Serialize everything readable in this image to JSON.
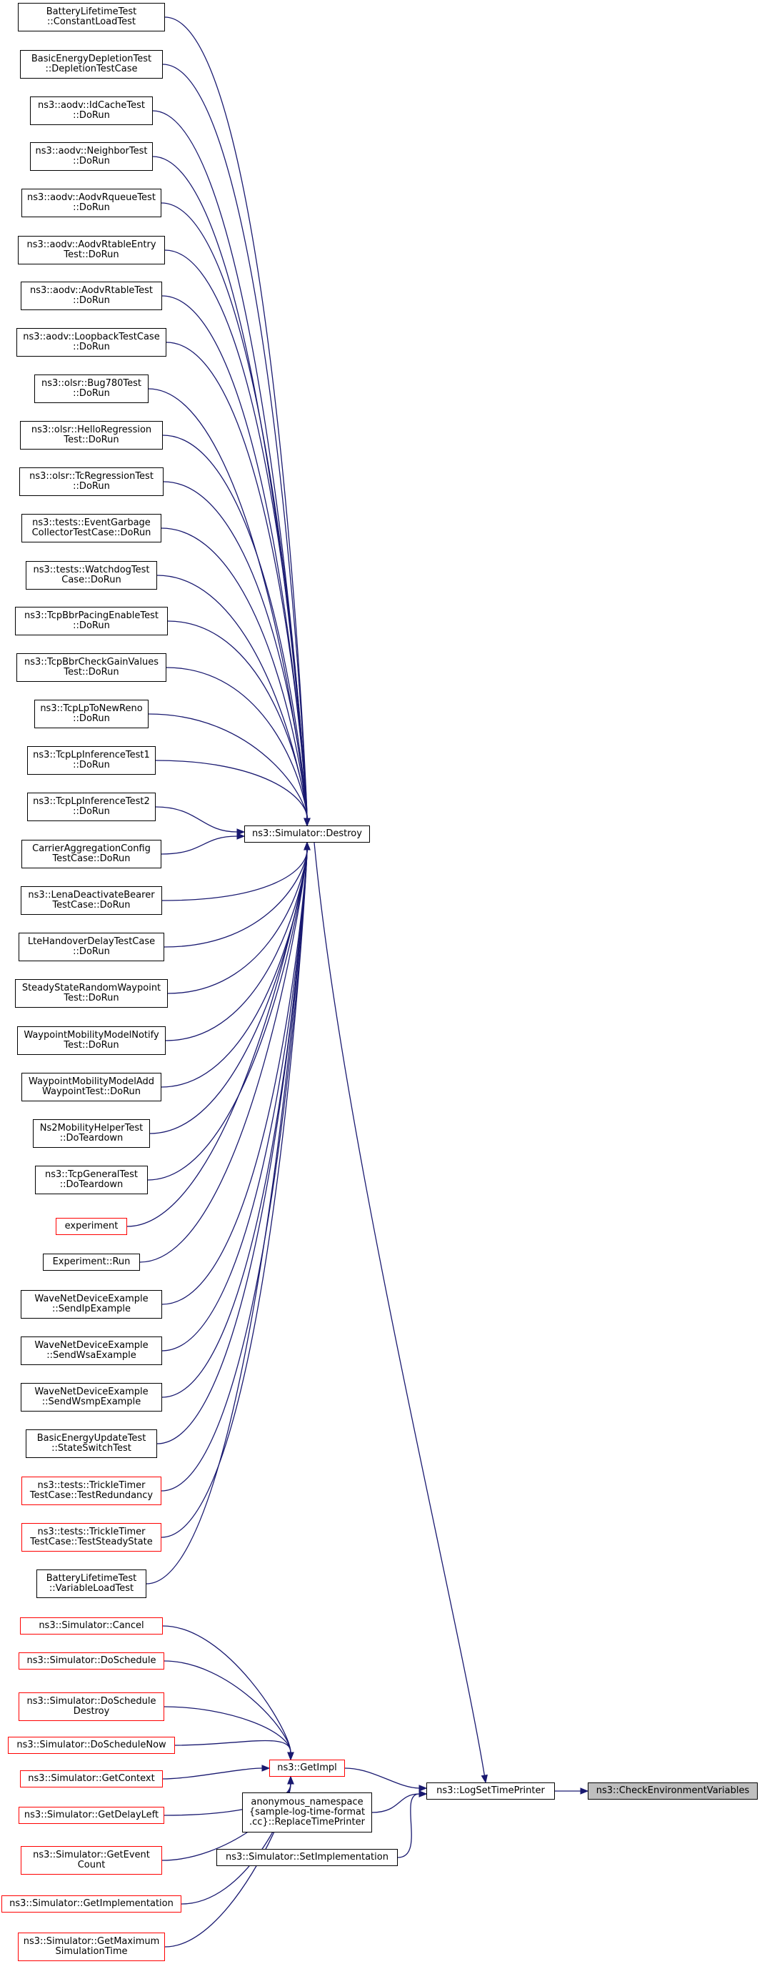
{
  "colors": {
    "edge": "#191970",
    "border_default": "#000000",
    "border_truncated": "#ff0000",
    "focus_fill": "#bfbfbf"
  },
  "nodes": [
    {
      "id": "n0",
      "lines": [
        "BatteryLifetimeTest",
        "::ConstantLoadTest"
      ],
      "style": "normal"
    },
    {
      "id": "n1",
      "lines": [
        "BasicEnergyDepletionTest",
        "::DepletionTestCase"
      ],
      "style": "normal"
    },
    {
      "id": "n2",
      "lines": [
        "ns3::aodv::IdCacheTest",
        "::DoRun"
      ],
      "style": "normal"
    },
    {
      "id": "n3",
      "lines": [
        "ns3::aodv::NeighborTest",
        "::DoRun"
      ],
      "style": "normal"
    },
    {
      "id": "n4",
      "lines": [
        "ns3::aodv::AodvRqueueTest",
        "::DoRun"
      ],
      "style": "normal"
    },
    {
      "id": "n5",
      "lines": [
        "ns3::aodv::AodvRtableEntry",
        "Test::DoRun"
      ],
      "style": "normal"
    },
    {
      "id": "n6",
      "lines": [
        "ns3::aodv::AodvRtableTest",
        "::DoRun"
      ],
      "style": "normal"
    },
    {
      "id": "n7",
      "lines": [
        "ns3::aodv::LoopbackTestCase",
        "::DoRun"
      ],
      "style": "normal"
    },
    {
      "id": "n8",
      "lines": [
        "ns3::olsr::Bug780Test",
        "::DoRun"
      ],
      "style": "normal"
    },
    {
      "id": "n9",
      "lines": [
        "ns3::olsr::HelloRegression",
        "Test::DoRun"
      ],
      "style": "normal"
    },
    {
      "id": "n10",
      "lines": [
        "ns3::olsr::TcRegressionTest",
        "::DoRun"
      ],
      "style": "normal"
    },
    {
      "id": "n11",
      "lines": [
        "ns3::tests::EventGarbage",
        "CollectorTestCase::DoRun"
      ],
      "style": "normal"
    },
    {
      "id": "n12",
      "lines": [
        "ns3::tests::WatchdogTest",
        "Case::DoRun"
      ],
      "style": "normal"
    },
    {
      "id": "n13",
      "lines": [
        "ns3::TcpBbrPacingEnableTest",
        "::DoRun"
      ],
      "style": "normal"
    },
    {
      "id": "n14",
      "lines": [
        "ns3::TcpBbrCheckGainValues",
        "Test::DoRun"
      ],
      "style": "normal"
    },
    {
      "id": "n15",
      "lines": [
        "ns3::TcpLpToNewReno",
        "::DoRun"
      ],
      "style": "normal"
    },
    {
      "id": "n16",
      "lines": [
        "ns3::TcpLpInferenceTest1",
        "::DoRun"
      ],
      "style": "normal"
    },
    {
      "id": "n17",
      "lines": [
        "ns3::TcpLpInferenceTest2",
        "::DoRun"
      ],
      "style": "normal"
    },
    {
      "id": "n18",
      "lines": [
        "CarrierAggregationConfig",
        "TestCase::DoRun"
      ],
      "style": "normal"
    },
    {
      "id": "n19",
      "lines": [
        "ns3::LenaDeactivateBearer",
        "TestCase::DoRun"
      ],
      "style": "normal"
    },
    {
      "id": "n20",
      "lines": [
        "LteHandoverDelayTestCase",
        "::DoRun"
      ],
      "style": "normal"
    },
    {
      "id": "n21",
      "lines": [
        "SteadyStateRandomWaypoint",
        "Test::DoRun"
      ],
      "style": "normal"
    },
    {
      "id": "n22",
      "lines": [
        "WaypointMobilityModelNotify",
        "Test::DoRun"
      ],
      "style": "normal"
    },
    {
      "id": "n23",
      "lines": [
        "WaypointMobilityModelAdd",
        "WaypointTest::DoRun"
      ],
      "style": "normal"
    },
    {
      "id": "n24",
      "lines": [
        "Ns2MobilityHelperTest",
        "::DoTeardown"
      ],
      "style": "normal"
    },
    {
      "id": "n25",
      "lines": [
        "ns3::TcpGeneralTest",
        "::DoTeardown"
      ],
      "style": "normal"
    },
    {
      "id": "n26",
      "lines": [
        "experiment"
      ],
      "style": "red"
    },
    {
      "id": "n27",
      "lines": [
        "Experiment::Run"
      ],
      "style": "normal"
    },
    {
      "id": "n28",
      "lines": [
        "WaveNetDeviceExample",
        "::SendIpExample"
      ],
      "style": "normal"
    },
    {
      "id": "n29",
      "lines": [
        "WaveNetDeviceExample",
        "::SendWsaExample"
      ],
      "style": "normal"
    },
    {
      "id": "n30",
      "lines": [
        "WaveNetDeviceExample",
        "::SendWsmpExample"
      ],
      "style": "normal"
    },
    {
      "id": "n31",
      "lines": [
        "BasicEnergyUpdateTest",
        "::StateSwitchTest"
      ],
      "style": "normal"
    },
    {
      "id": "n32",
      "lines": [
        "ns3::tests::TrickleTimer",
        "TestCase::TestRedundancy"
      ],
      "style": "red"
    },
    {
      "id": "n33",
      "lines": [
        "ns3::tests::TrickleTimer",
        "TestCase::TestSteadyState"
      ],
      "style": "red"
    },
    {
      "id": "n34",
      "lines": [
        "BatteryLifetimeTest",
        "::VariableLoadTest"
      ],
      "style": "normal"
    },
    {
      "id": "destroy",
      "lines": [
        "ns3::Simulator::Destroy"
      ],
      "style": "normal"
    },
    {
      "id": "c0",
      "lines": [
        "ns3::Simulator::Cancel"
      ],
      "style": "red"
    },
    {
      "id": "c1",
      "lines": [
        "ns3::Simulator::DoSchedule"
      ],
      "style": "red"
    },
    {
      "id": "c2",
      "lines": [
        "ns3::Simulator::DoSchedule",
        "Destroy"
      ],
      "style": "red"
    },
    {
      "id": "c3",
      "lines": [
        "ns3::Simulator::DoScheduleNow"
      ],
      "style": "red"
    },
    {
      "id": "c4",
      "lines": [
        "ns3::Simulator::GetContext"
      ],
      "style": "red"
    },
    {
      "id": "c5",
      "lines": [
        "ns3::Simulator::GetDelayLeft"
      ],
      "style": "red"
    },
    {
      "id": "c6",
      "lines": [
        "ns3::Simulator::GetEvent",
        "Count"
      ],
      "style": "red"
    },
    {
      "id": "c7",
      "lines": [
        "ns3::Simulator::GetImplementation"
      ],
      "style": "red"
    },
    {
      "id": "c8",
      "lines": [
        "ns3::Simulator::GetMaximum",
        "SimulationTime"
      ],
      "style": "red"
    },
    {
      "id": "getimpl",
      "lines": [
        "ns3::GetImpl"
      ],
      "style": "red"
    },
    {
      "id": "replace",
      "lines": [
        "anonymous_namespace",
        "{sample-log-time-format",
        ".cc}::ReplaceTimePrinter"
      ],
      "style": "normal"
    },
    {
      "id": "setimpl",
      "lines": [
        "ns3::Simulator::SetImplementation"
      ],
      "style": "normal"
    },
    {
      "id": "logset",
      "lines": [
        "ns3::LogSetTimePrinter"
      ],
      "style": "normal"
    },
    {
      "id": "check",
      "lines": [
        "ns3::CheckEnvironmentVariables"
      ],
      "style": "focus"
    }
  ],
  "edges": [
    [
      "n0",
      "destroy"
    ],
    [
      "n1",
      "destroy"
    ],
    [
      "n2",
      "destroy"
    ],
    [
      "n3",
      "destroy"
    ],
    [
      "n4",
      "destroy"
    ],
    [
      "n5",
      "destroy"
    ],
    [
      "n6",
      "destroy"
    ],
    [
      "n7",
      "destroy"
    ],
    [
      "n8",
      "destroy"
    ],
    [
      "n9",
      "destroy"
    ],
    [
      "n10",
      "destroy"
    ],
    [
      "n11",
      "destroy"
    ],
    [
      "n12",
      "destroy"
    ],
    [
      "n13",
      "destroy"
    ],
    [
      "n14",
      "destroy"
    ],
    [
      "n15",
      "destroy"
    ],
    [
      "n16",
      "destroy"
    ],
    [
      "n17",
      "destroy"
    ],
    [
      "n18",
      "destroy"
    ],
    [
      "n19",
      "destroy"
    ],
    [
      "n20",
      "destroy"
    ],
    [
      "n21",
      "destroy"
    ],
    [
      "n22",
      "destroy"
    ],
    [
      "n23",
      "destroy"
    ],
    [
      "n24",
      "destroy"
    ],
    [
      "n25",
      "destroy"
    ],
    [
      "n26",
      "destroy"
    ],
    [
      "n27",
      "destroy"
    ],
    [
      "n28",
      "destroy"
    ],
    [
      "n29",
      "destroy"
    ],
    [
      "n30",
      "destroy"
    ],
    [
      "n31",
      "destroy"
    ],
    [
      "n32",
      "destroy"
    ],
    [
      "n33",
      "destroy"
    ],
    [
      "n34",
      "destroy"
    ],
    [
      "destroy",
      "logset"
    ],
    [
      "c0",
      "getimpl"
    ],
    [
      "c1",
      "getimpl"
    ],
    [
      "c2",
      "getimpl"
    ],
    [
      "c3",
      "getimpl"
    ],
    [
      "c4",
      "getimpl"
    ],
    [
      "c5",
      "getimpl"
    ],
    [
      "c6",
      "getimpl"
    ],
    [
      "c7",
      "getimpl"
    ],
    [
      "c8",
      "getimpl"
    ],
    [
      "getimpl",
      "logset"
    ],
    [
      "replace",
      "logset"
    ],
    [
      "setimpl",
      "logset"
    ],
    [
      "logset",
      "check"
    ]
  ]
}
